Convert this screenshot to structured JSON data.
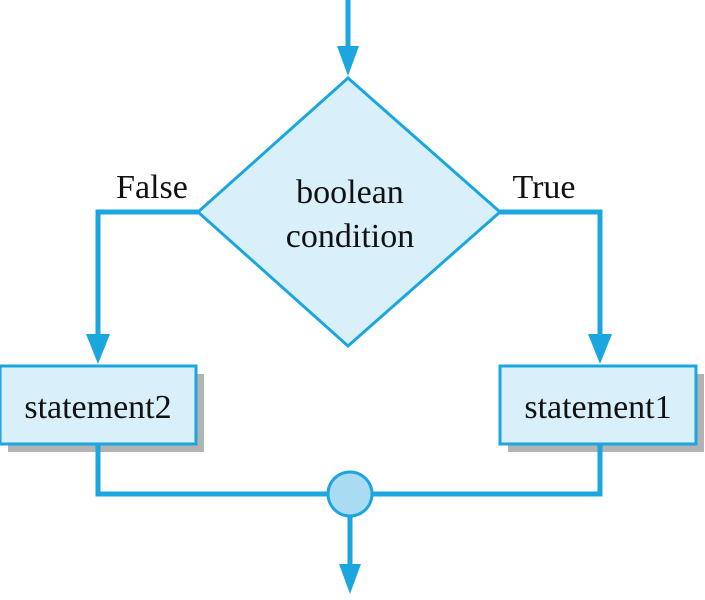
{
  "diagram": {
    "type": "flowchart",
    "decision": {
      "label_line1": "boolean",
      "label_line2": "condition"
    },
    "branches": {
      "false_label": "False",
      "true_label": "True"
    },
    "statements": {
      "left": "statement2",
      "right": "statement1"
    }
  },
  "colors": {
    "line": "#1ba6df",
    "node_fill": "#d9eff9",
    "shadow": "#b3b3b3",
    "junction_fill": "#a9dcf3"
  }
}
